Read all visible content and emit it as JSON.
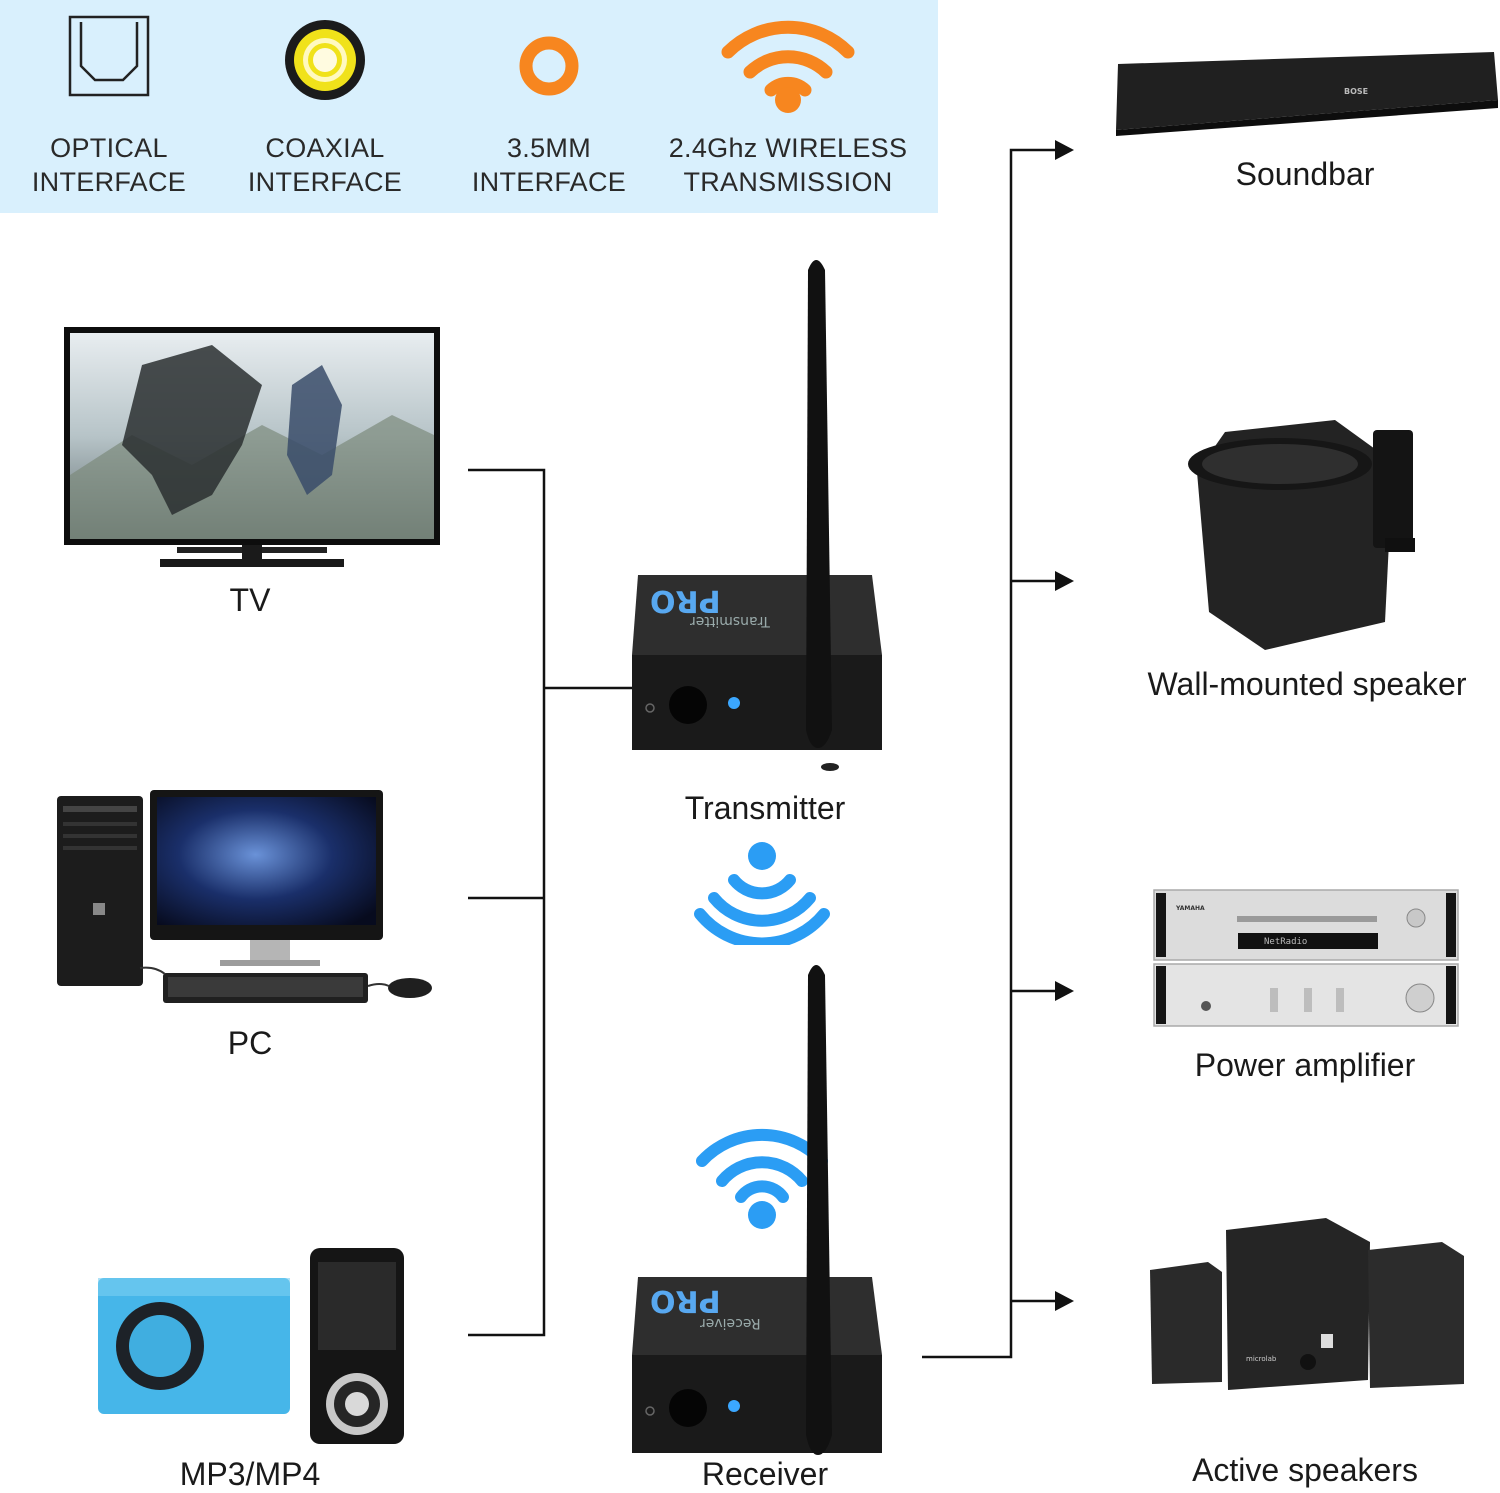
{
  "interfaces": [
    {
      "icon": "optical-port-icon",
      "line1": "OPTICAL",
      "line2": "INTERFACE"
    },
    {
      "icon": "coaxial-port-icon",
      "line1": "COAXIAL",
      "line2": "INTERFACE"
    },
    {
      "icon": "audio-jack-icon",
      "line1": "3.5MM",
      "line2": "INTERFACE"
    },
    {
      "icon": "wifi-icon",
      "line1": "2.4Ghz WIRELESS",
      "line2": "TRANSMISSION"
    }
  ],
  "sources": [
    {
      "label": "TV",
      "icon": "tv-icon"
    },
    {
      "label": "PC",
      "icon": "pc-icon"
    },
    {
      "label": "MP3/MP4",
      "icon": "mp3-player-icon"
    }
  ],
  "units": {
    "transmitter": {
      "caption": "Transmitter",
      "body_text": "Transmitter",
      "logo": "PRO"
    },
    "receiver": {
      "caption": "Receiver",
      "body_text": "Receiver",
      "logo": "PRO"
    }
  },
  "outputs": [
    {
      "label": "Soundbar",
      "icon": "soundbar-icon",
      "brand": "BOSE"
    },
    {
      "label": "Wall-mounted speaker",
      "icon": "wall-speaker-icon"
    },
    {
      "label": "Power amplifier",
      "icon": "amplifier-icon",
      "display": "NetRadio",
      "brand": "YAMAHA"
    },
    {
      "label": "Active speakers",
      "icon": "active-speakers-icon",
      "brand": "microlab"
    }
  ],
  "colors": {
    "band": "#d9f0fd",
    "orange": "#f7861f",
    "wifi_blue": "#2b9df4",
    "coax_yellow": "#f0e21a",
    "wire": "#111111"
  }
}
